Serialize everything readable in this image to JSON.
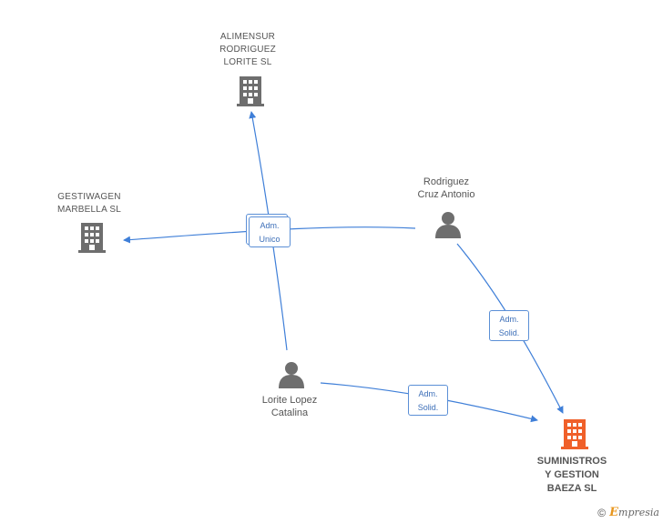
{
  "nodes": {
    "alimensur": {
      "label": "ALIMENSUR\nRODRIGUEZ\nLORITE  SL",
      "type": "company-icon"
    },
    "gestiwagen": {
      "label": "GESTIWAGEN\nMARBELLA  SL",
      "type": "company-icon"
    },
    "rodriguez": {
      "label": "Rodriguez\nCruz Antonio",
      "type": "person-icon"
    },
    "lorite": {
      "label": "Lorite Lopez\nCatalina",
      "type": "person-icon"
    },
    "suministros": {
      "label": "SUMINISTROS\nY GESTION\nBAEZA SL",
      "type": "company-icon"
    }
  },
  "relations": {
    "adm_unico": "Adm.\nUnico",
    "adm_solid_1": "Adm.\nSolid.",
    "adm_solid_2": "Adm.\nSolid."
  },
  "footer": {
    "copyright": "©",
    "brand_initial": "E",
    "brand_rest": "mpresia"
  },
  "colors": {
    "company_gray": "#6e6e6e",
    "company_focus": "#f0602a",
    "person_gray": "#6e6e6e",
    "edge_blue": "#3f7fd8"
  }
}
